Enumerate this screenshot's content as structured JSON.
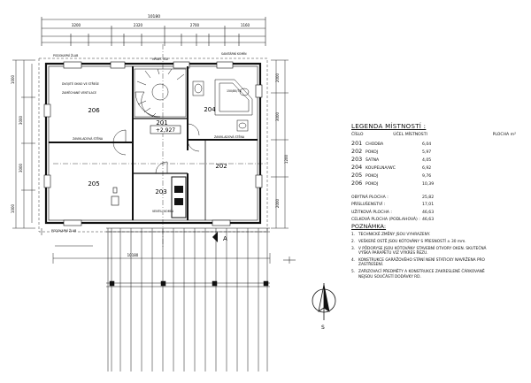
{
  "plan": {
    "dims": {
      "overall": "10180",
      "top": [
        "3200",
        "2320",
        "2700",
        "1160"
      ],
      "left": [
        "1000",
        "3000",
        "3000",
        "1000"
      ],
      "right": [
        "2000",
        "3000",
        "1200",
        "2000"
      ]
    },
    "rooms": [
      {
        "code": "206"
      },
      {
        "code": "205"
      },
      {
        "code": "201"
      },
      {
        "code": "204"
      },
      {
        "code": "202"
      },
      {
        "code": "203"
      }
    ],
    "level": "+2,927",
    "labels": {
      "podokap_top": "PODOKAPNÍ ŽLAB",
      "dvojite_okno": "DVOJITÉ OKNO VE STŘEŠE",
      "zamechane": "ZAMĚCHANÉ VENTILACE",
      "zaviklad1": "ZAVIKLADOVÁ STĚNA",
      "zaviklad2": "ZAVIKLADOVÁ STĚNA",
      "hrbet": "HŘBET. ZDI",
      "sanit": "SANITÁRNÍ KOMÍN",
      "vana": "150/80/70",
      "kom": "VENTIL. KOMÍN",
      "podokap_bottom": "PODOKAPNÍ ŽLAB",
      "bottom_dim": "10180",
      "section_a": "A",
      "north": "S"
    }
  },
  "legend": {
    "title": "LEGENDA MÍSTNOSTÍ :",
    "head_code": "ČÍSLO",
    "head_name": "ÚČEL MÍSTNOSTI",
    "head_area": "PLOCHA m²",
    "rows": [
      {
        "code": "201",
        "name": "CHODBA",
        "area": "6,04"
      },
      {
        "code": "202",
        "name": "POKOJ",
        "area": "5,97"
      },
      {
        "code": "203",
        "name": "ŠATNA",
        "area": "4,05"
      },
      {
        "code": "204",
        "name": "KOUPELNA/WC",
        "area": "6,92"
      },
      {
        "code": "205",
        "name": "POKOJ",
        "area": "9,76"
      },
      {
        "code": "206",
        "name": "POKOJ",
        "area": "10,39"
      }
    ],
    "summary": [
      {
        "label": "OBYTNÁ PLOCHA :",
        "value": "25,82"
      },
      {
        "label": "PŘÍSLUŠENSTVÍ :",
        "value": "17,01"
      },
      {
        "label": "UŽITKOVÁ PLOCHA :",
        "value": "46,63"
      },
      {
        "label": "CELKOVÁ PLOCHA (PODLAHOVÁ) :",
        "value": "46,63"
      }
    ]
  },
  "notes": {
    "title": "POZNÁMKA:",
    "items": [
      {
        "n": "1.",
        "text": "TECHNICKÉ ZMĚNY JSOU VYHRAZENY."
      },
      {
        "n": "2.",
        "text": "VEŠKERÉ OSTĚ JSOU KÓTOVÁNY S PŘESNOSTÍ ± 30 mm."
      },
      {
        "n": "3.",
        "text": "V PŮDORYSE JSOU KÓTOVÁNY STAVEBNÍ OTVORY OKEN. SKUTEČNÁ VÝŠKA PARAPETU VIZ VÝKRES ŘEZU."
      },
      {
        "n": "4.",
        "text": "KONSTRUKCE GARÁŽOVÉHO STÁNÍ NENÍ STATICKY NAVRŽENA PRO ZASTŘEŠENÍ."
      },
      {
        "n": "5.",
        "text": "ZAŘIZOVACÍ PŘEDMĚTY A KONSTRUKCE ZAKRESLENÉ ČÁRKOVANĚ NEJSOU SOUČÁSTÍ DODÁVKY RD."
      }
    ]
  }
}
